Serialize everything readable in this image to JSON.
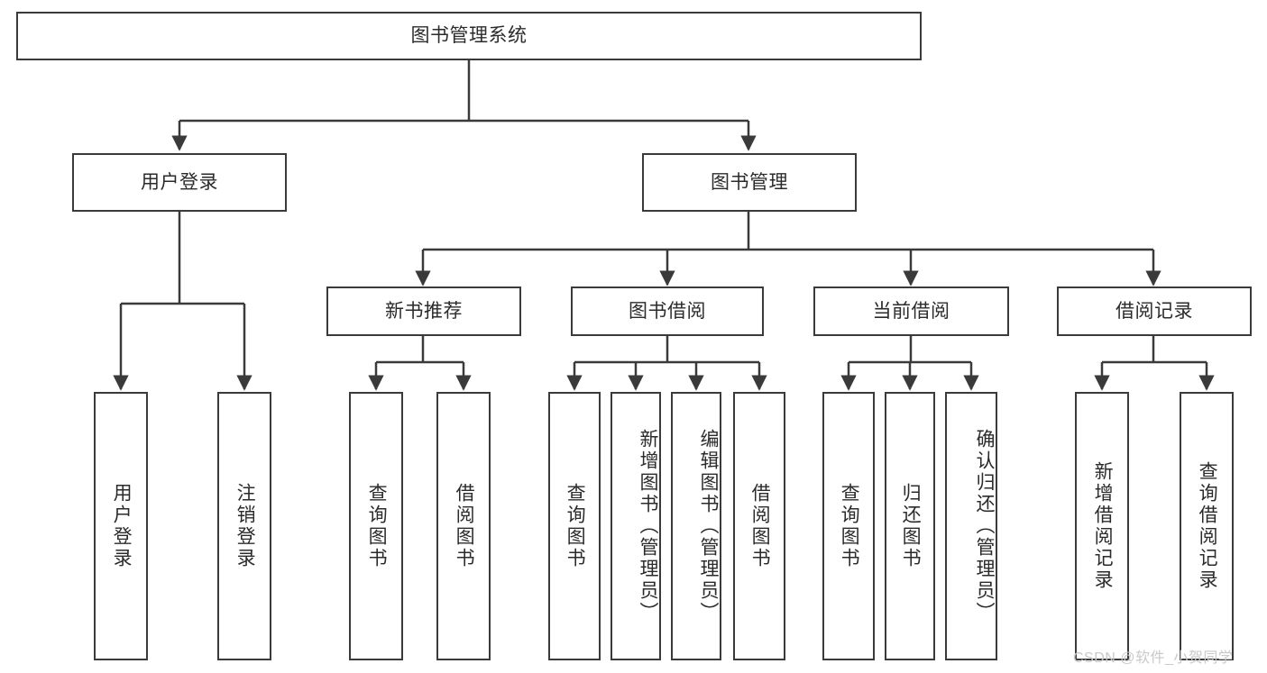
{
  "diagram": {
    "title": "图书管理系统",
    "watermark": "CSDN @软件_小贺同学",
    "colors": {
      "stroke": "#3a3a3a",
      "text": "#2b2b2b",
      "background": "#ffffff",
      "watermark": "#c9c9c9"
    },
    "levels": {
      "root": {
        "label": "图书管理系统"
      },
      "level2": [
        {
          "label": "用户登录"
        },
        {
          "label": "图书管理"
        }
      ],
      "level3": [
        {
          "label": "新书推荐"
        },
        {
          "label": "图书借阅"
        },
        {
          "label": "当前借阅"
        },
        {
          "label": "借阅记录"
        }
      ],
      "leaves": {
        "user_login": [
          {
            "label": "用户登录"
          },
          {
            "label": "注销登录"
          }
        ],
        "new_book_recommend": [
          {
            "label": "查询图书"
          },
          {
            "label": "借阅图书"
          }
        ],
        "book_borrow": [
          {
            "label": "查询图书"
          },
          {
            "label": "新增图书（管理员）"
          },
          {
            "label": "编辑图书（管理员）"
          },
          {
            "label": "借阅图书"
          }
        ],
        "current_borrow": [
          {
            "label": "查询图书"
          },
          {
            "label": "归还图书"
          },
          {
            "label": "确认归还（管理员）"
          }
        ],
        "borrow_record": [
          {
            "label": "新增借阅记录"
          },
          {
            "label": "查询借阅记录"
          }
        ]
      }
    }
  }
}
